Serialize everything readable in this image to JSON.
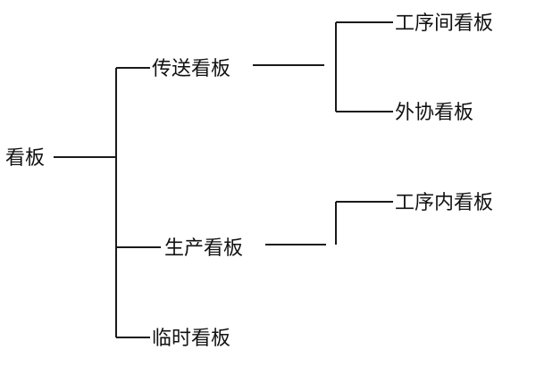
{
  "diagram": {
    "root": {
      "label": "看板"
    },
    "branches": {
      "transfer": {
        "label": "传送看板"
      },
      "production": {
        "label": "生产看板"
      },
      "temporary": {
        "label": "临时看板"
      }
    },
    "leaves": {
      "interprocess": {
        "label": "工序间看板"
      },
      "outsourcing": {
        "label": "外协看板"
      },
      "in_process": {
        "label": "工序内看板"
      }
    }
  }
}
